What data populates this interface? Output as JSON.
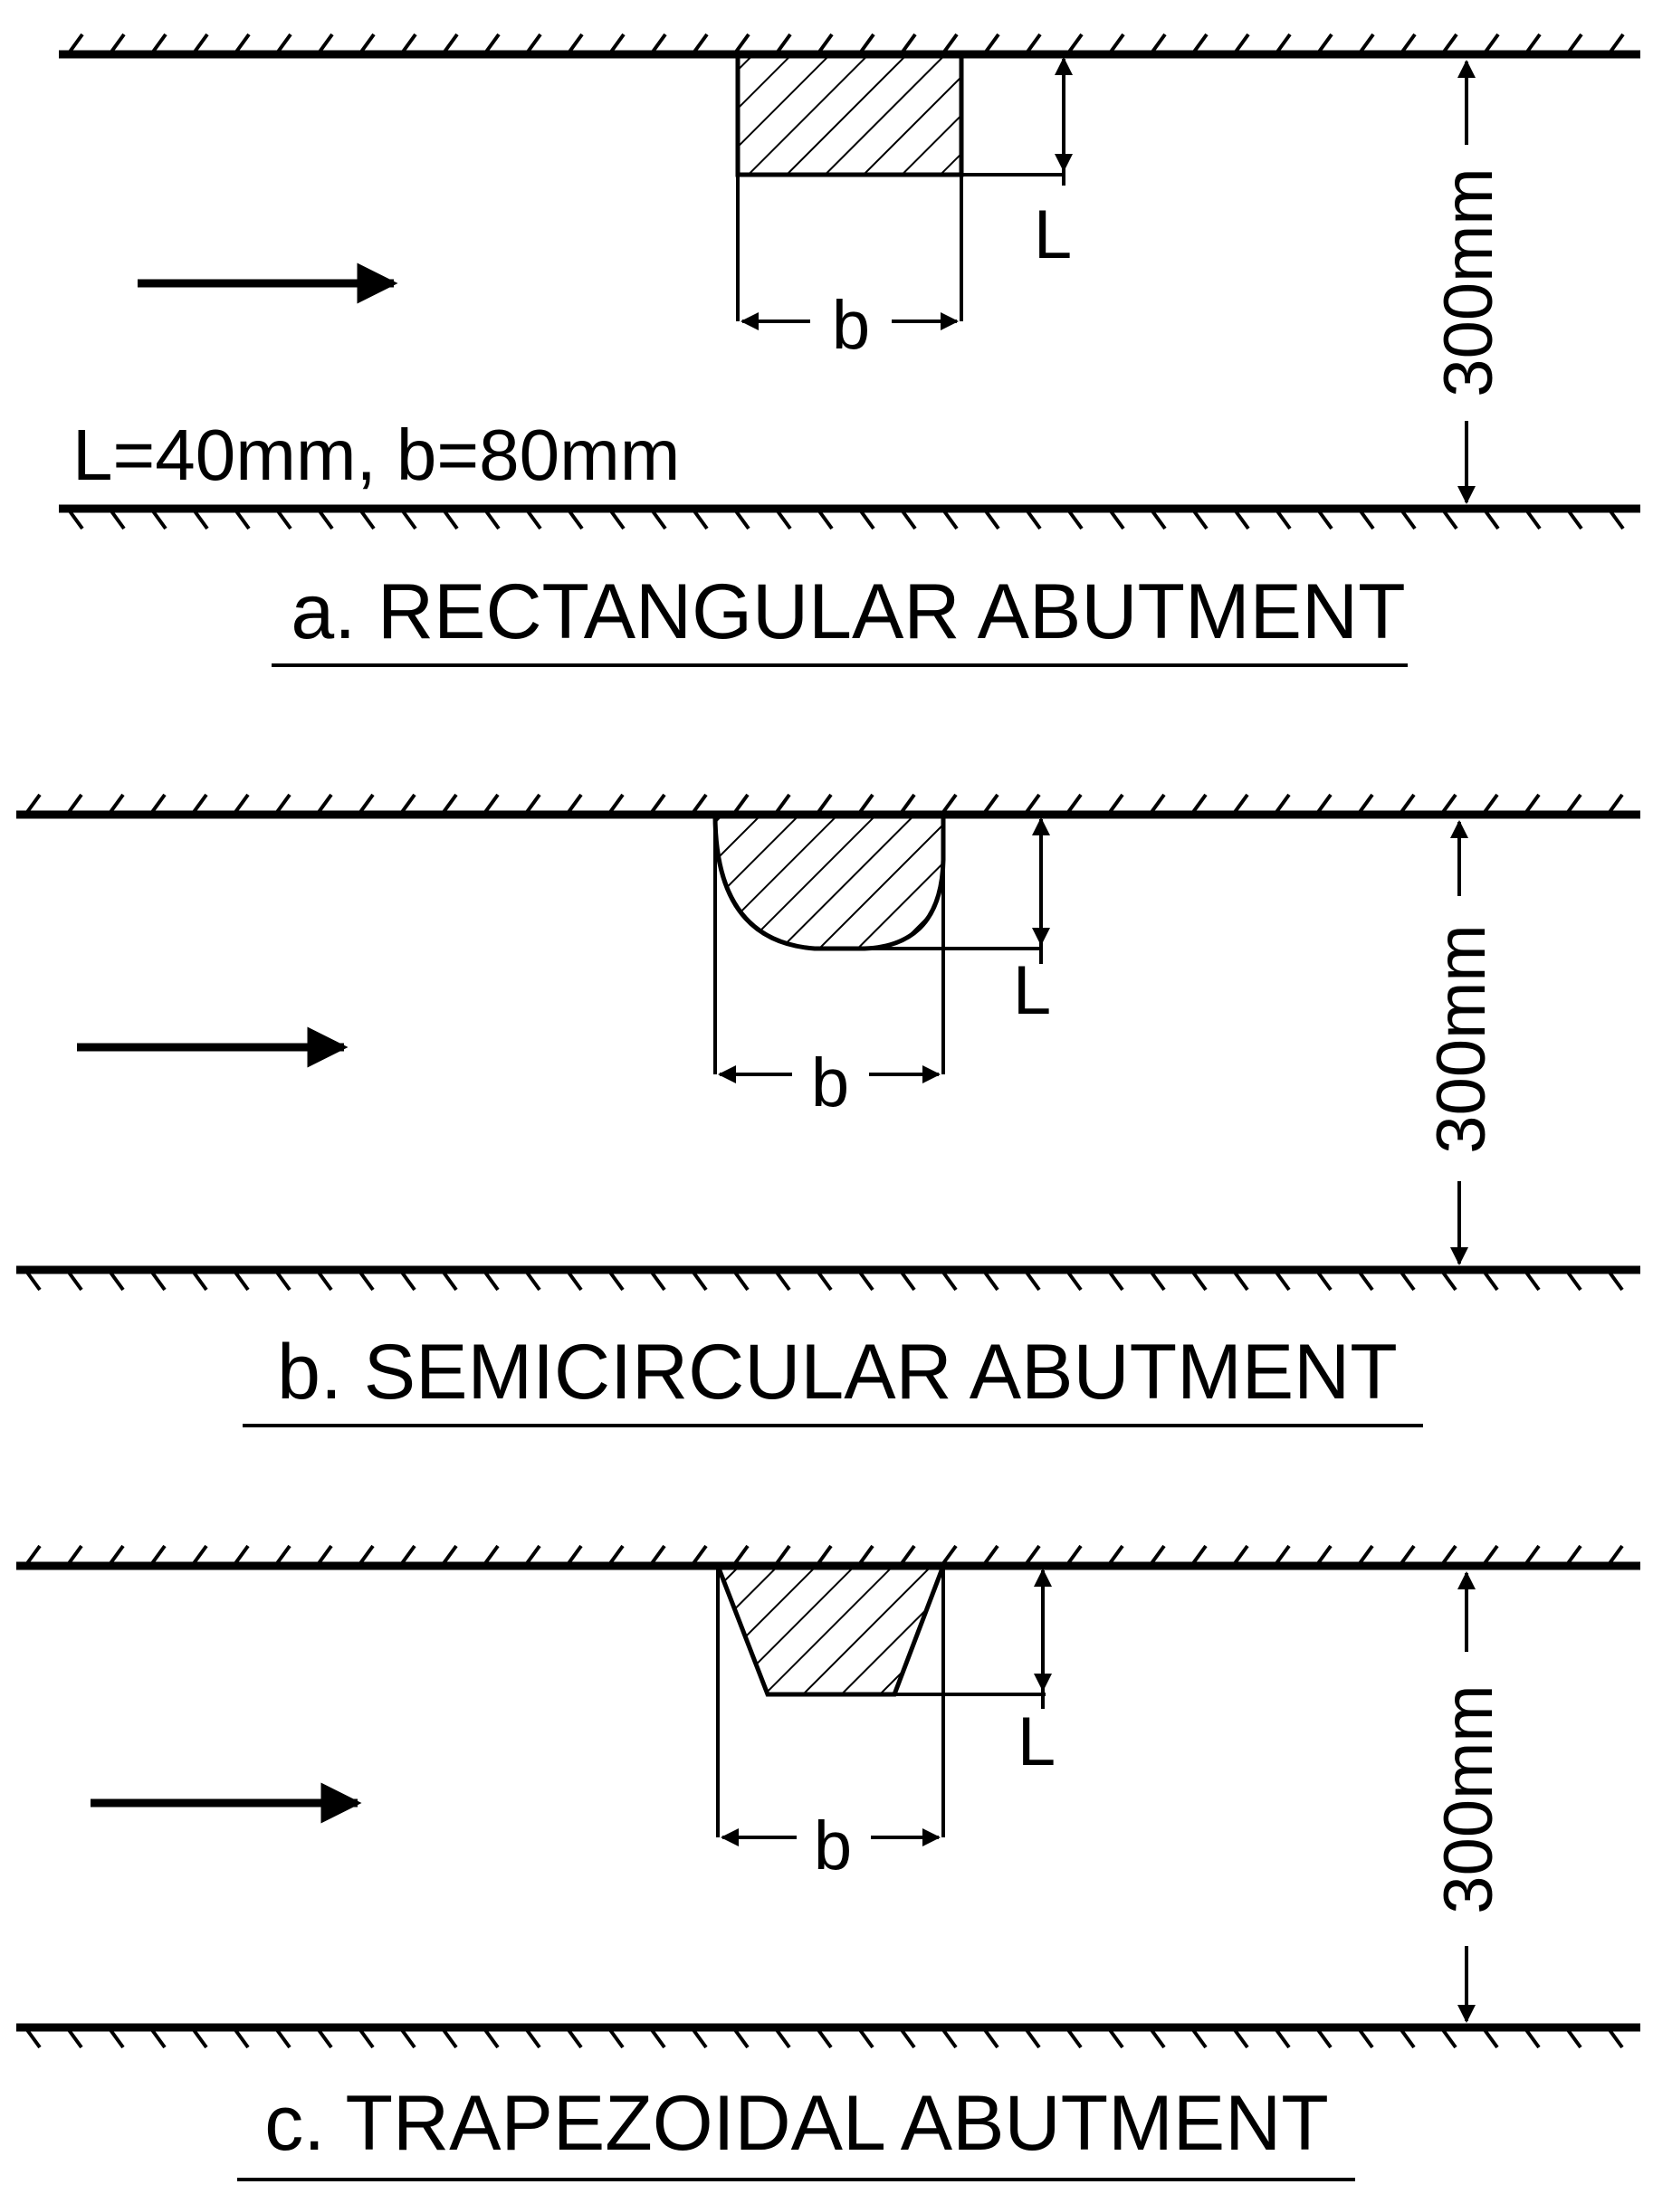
{
  "panels": [
    {
      "id": "a",
      "caption": "a. RECTANGULAR ABUTMENT",
      "shape": "rectangular",
      "width_label": "b",
      "length_label": "L",
      "channel_label": "300mm",
      "note": "L=40mm, b=80mm"
    },
    {
      "id": "b",
      "caption": "b. SEMICIRCULAR ABUTMENT",
      "shape": "semicircular",
      "width_label": "b",
      "length_label": "L",
      "channel_label": "300mm",
      "note": ""
    },
    {
      "id": "c",
      "caption": "c. TRAPEZOIDAL ABUTMENT",
      "shape": "trapezoidal",
      "width_label": "b",
      "length_label": "L",
      "channel_label": "300mm",
      "note": ""
    }
  ]
}
